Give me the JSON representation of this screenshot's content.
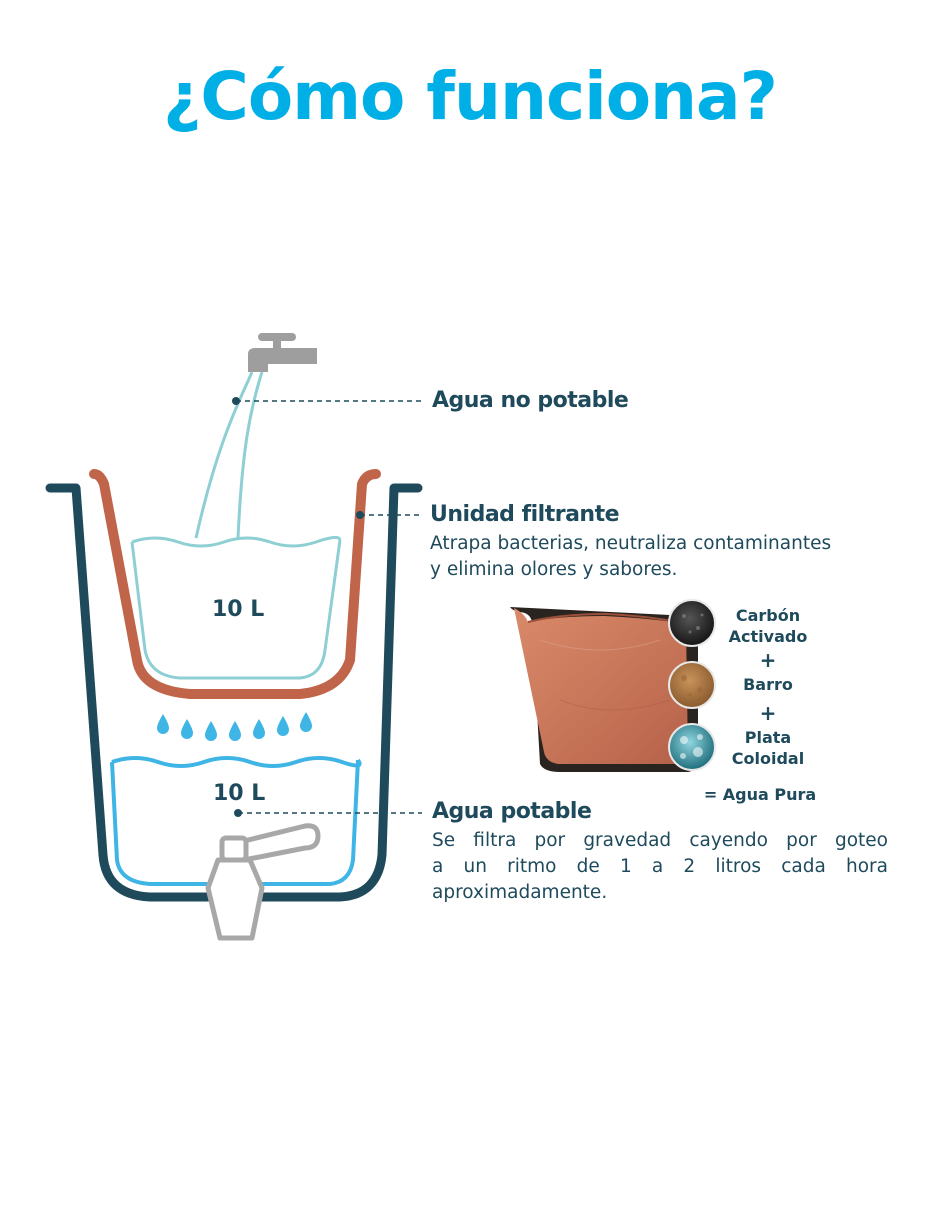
{
  "title": "¿Cómo funciona?",
  "colors": {
    "title": "#00afe6",
    "text": "#1e4a5c",
    "outer_container": "#1e4a5c",
    "filter_unit": "#c0654a",
    "unfiltered_water": "#8ecfd3",
    "filtered_water": "#3fb5e6",
    "faucet": "#9e9e9e"
  },
  "upper_volume": "10 L",
  "lower_volume": "10 L",
  "callouts": {
    "non_potable": {
      "title": "Agua no potable"
    },
    "filter_unit": {
      "title": "Unidad filtrante",
      "description_line1": "Atrapa bacterias, neutraliza contaminantes",
      "description_line2": "y elimina olores y sabores."
    },
    "potable": {
      "title": "Agua potable",
      "description_line1": "Se filtra por gravedad cayendo por goteo",
      "description_line2": "a un ritmo de 1 a 2 litros cada hora",
      "description_line3": "aproximadamente."
    }
  },
  "filter_layers": {
    "layer1_line1": "Carbón",
    "layer1_line2": "Activado",
    "plus1": "+",
    "layer2": "Barro",
    "plus2": "+",
    "layer3_line1": "Plata",
    "layer3_line2": "Coloidal",
    "result": "= Agua Pura"
  },
  "icons": [
    "water-tap-icon",
    "dispenser-spigot-icon",
    "clay-filter-cross-section",
    "activated-carbon-swatch",
    "clay-swatch",
    "colloidal-silver-swatch"
  ]
}
